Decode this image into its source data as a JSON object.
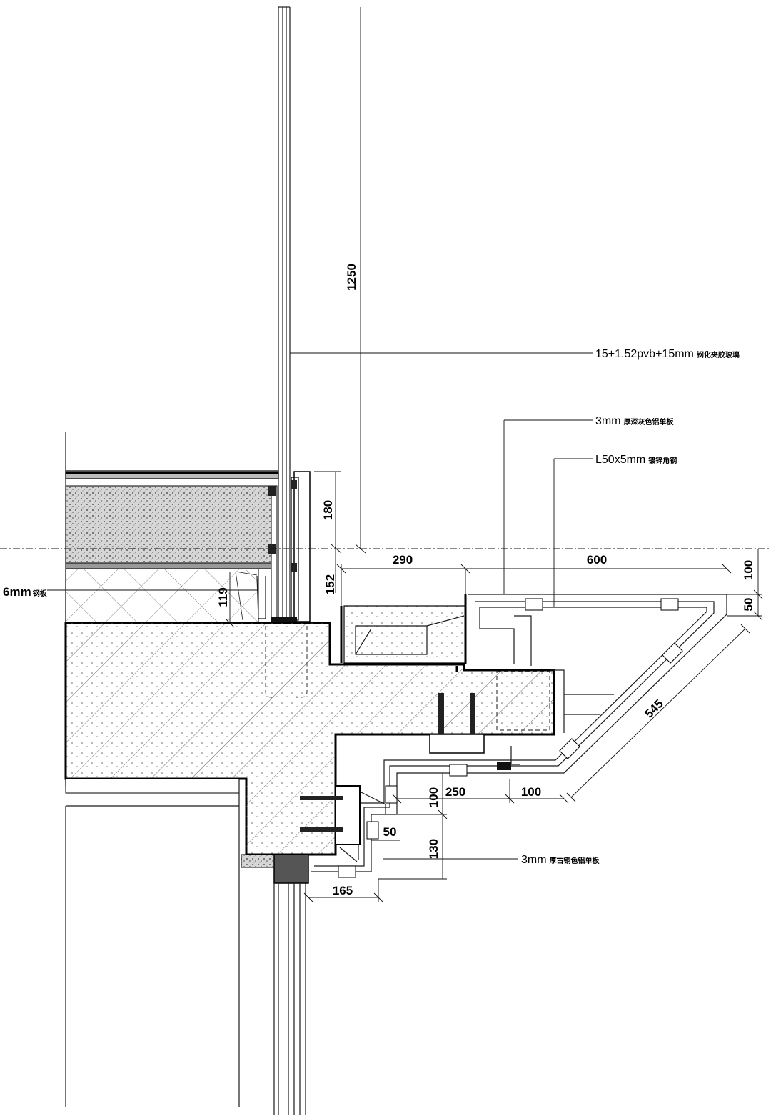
{
  "annotations": {
    "glass": "15+1.52pvb+15mm",
    "glass_cn": "钢化夹胶玻璃",
    "alu_grey": "3mm",
    "alu_grey_cn": "厚深灰色铝单板",
    "angle": "L50x5mm",
    "angle_cn": "镀锌角钢",
    "steel": "6mm",
    "steel_cn": "钢板",
    "alu_bronze": "3mm",
    "alu_bronze_cn": "厚古铜色铝单板"
  },
  "dimensions": {
    "d1250": "1250",
    "d180": "180",
    "d290": "290",
    "d600": "600",
    "d100a": "100",
    "d50a": "50",
    "d152": "152",
    "d119": "119",
    "d545": "545",
    "d250": "250",
    "d100b": "100",
    "d100c": "100",
    "d50b": "50",
    "d130": "130",
    "d165": "165"
  }
}
